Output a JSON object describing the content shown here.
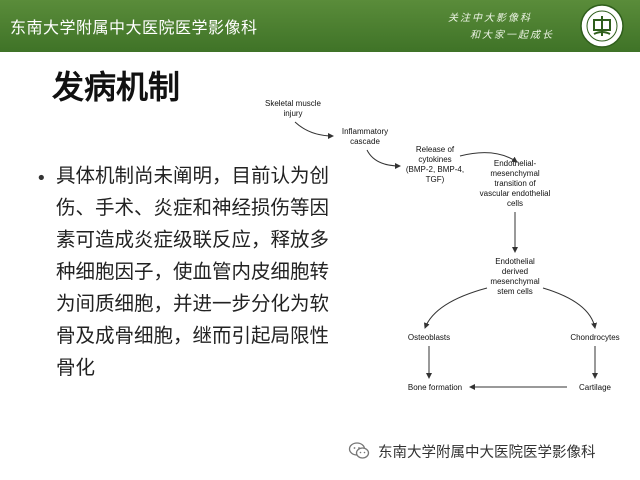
{
  "header": {
    "title": "东南大学附属中大医院医学影像科",
    "slogan_line1": "关注中大影像科",
    "slogan_line2": "和大家一起成长",
    "logo_icon": "hospital-seal-icon"
  },
  "slide": {
    "title": "发病机制",
    "bullet": "具体机制尚未阐明，目前认为创伤、手术、炎症和神经损伤等因素可造成炎症级联反应，释放多种细胞因子，使血管内皮细胞转为间质细胞，并进一步分化为软骨及成骨细胞，继而引起局限性骨化"
  },
  "diagram": {
    "nodes": {
      "skeletal": [
        "Skeletal muscle",
        "injury"
      ],
      "inflammatory": [
        "Inflammatory",
        "cascade"
      ],
      "release": [
        "Release of",
        "cytokines",
        "(BMP-2, BMP-4,",
        "TGF)"
      ],
      "endothelial": [
        "Endothelial-",
        "mesenchymal",
        "transition of",
        "vascular endothelial",
        "cells"
      ],
      "stem": [
        "Endothelial",
        "derived",
        "mesenchymal",
        "stem cells"
      ],
      "osteoblasts": "Osteoblasts",
      "chondrocytes": "Chondrocytes",
      "bone": "Bone formation",
      "cartilage": "Cartilage"
    }
  },
  "footer": {
    "text": "东南大学附属中大医院医学影像科",
    "icon": "wechat-icon"
  },
  "colors": {
    "header_green": "#4a7f30",
    "arrow": "#333333"
  }
}
